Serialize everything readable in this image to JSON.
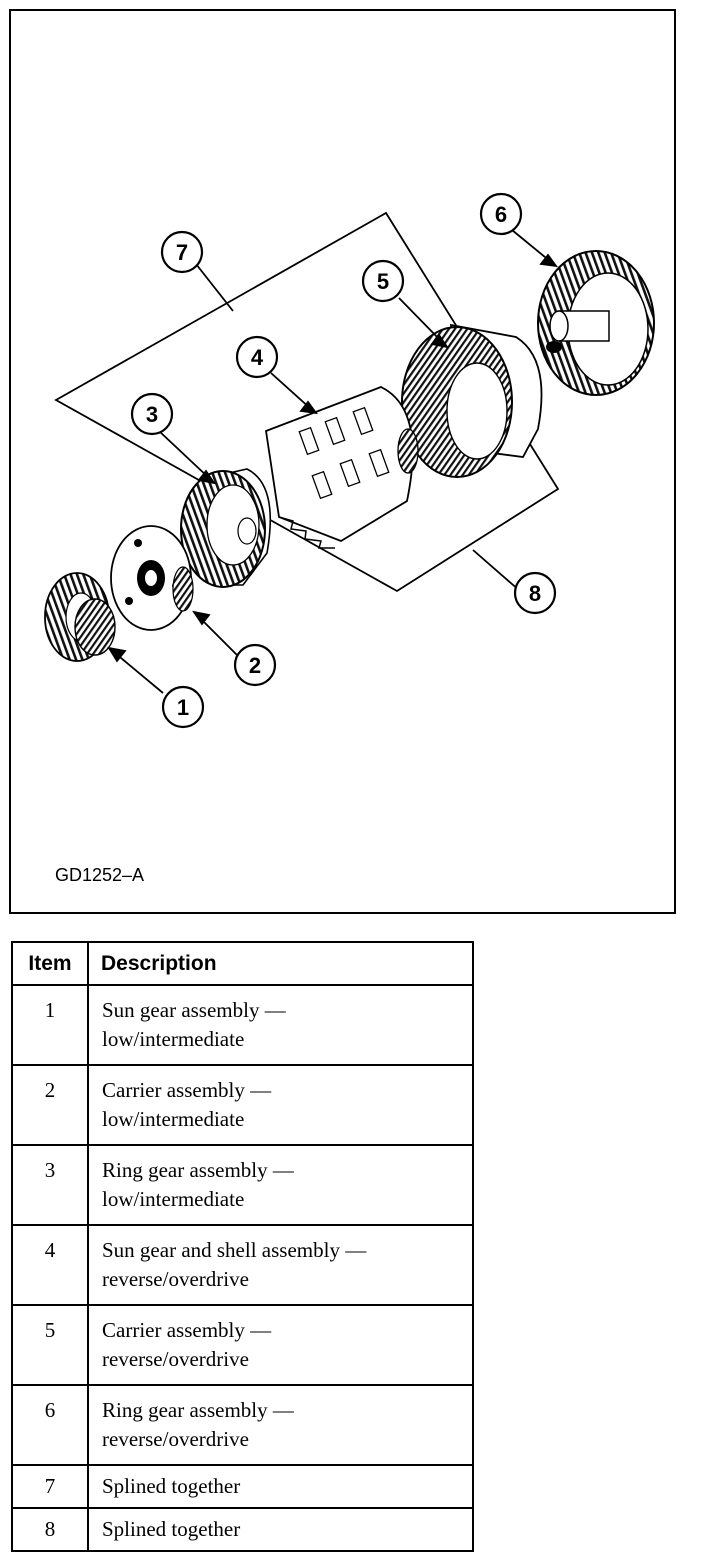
{
  "figure": {
    "id_label": "GD1252–A",
    "callouts": [
      "1",
      "2",
      "3",
      "4",
      "5",
      "6",
      "7",
      "8"
    ]
  },
  "legend": {
    "headers": {
      "item": "Item",
      "description": "Description"
    },
    "rows": [
      {
        "item": "1",
        "line1": "Sun gear assembly —",
        "line2": "low/intermediate"
      },
      {
        "item": "2",
        "line1": "Carrier assembly —",
        "line2": "low/intermediate"
      },
      {
        "item": "3",
        "line1": "Ring gear assembly —",
        "line2": "low/intermediate"
      },
      {
        "item": "4",
        "line1": "Sun gear and shell assembly —",
        "line2": "reverse/overdrive"
      },
      {
        "item": "5",
        "line1": "Carrier assembly —",
        "line2": "reverse/overdrive"
      },
      {
        "item": "6",
        "line1": "Ring gear assembly —",
        "line2": "reverse/overdrive"
      },
      {
        "item": "7",
        "line1": "Splined together"
      },
      {
        "item": "8",
        "line1": "Splined together"
      }
    ]
  }
}
